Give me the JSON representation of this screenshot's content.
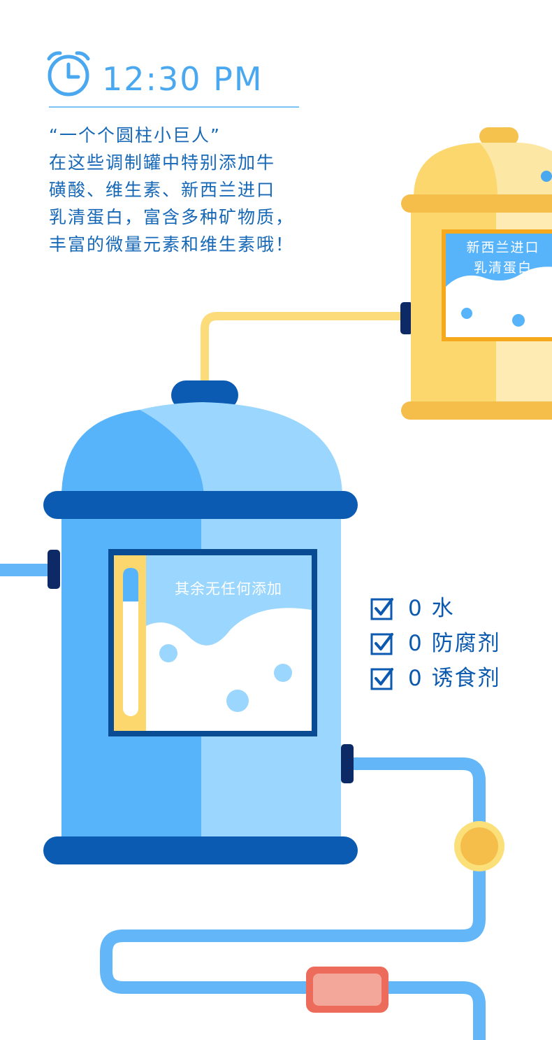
{
  "time": "12:30 PM",
  "intro": {
    "quote": "“一个个圆柱小巨人”",
    "lines": [
      "在这些调制罐中特别添加牛",
      "磺酸、维生素、新西兰进口",
      "乳清蛋白，富含多种矿物质，",
      "丰富的微量元素和维生素哦！"
    ]
  },
  "yellow_tank": {
    "label_line1": "新西兰进口",
    "label_line2": "乳清蛋白"
  },
  "blue_tank": {
    "label": "其余无任何添加"
  },
  "checklist": [
    "0 水",
    "0 防腐剂",
    "0 诱食剂"
  ],
  "colors": {
    "accent_blue": "#4aa8f0",
    "text_blue": "#1668b7",
    "tank_blue_dark": "#58b4fa",
    "tank_blue_light": "#9ad6fd",
    "tank_band": "#0a5bb1",
    "tank_yellow": "#fbd76e",
    "tank_yellow_band": "#f5bd4a",
    "pipe_blue": "#63b6f7",
    "valve_red": "#ec6b5b"
  }
}
